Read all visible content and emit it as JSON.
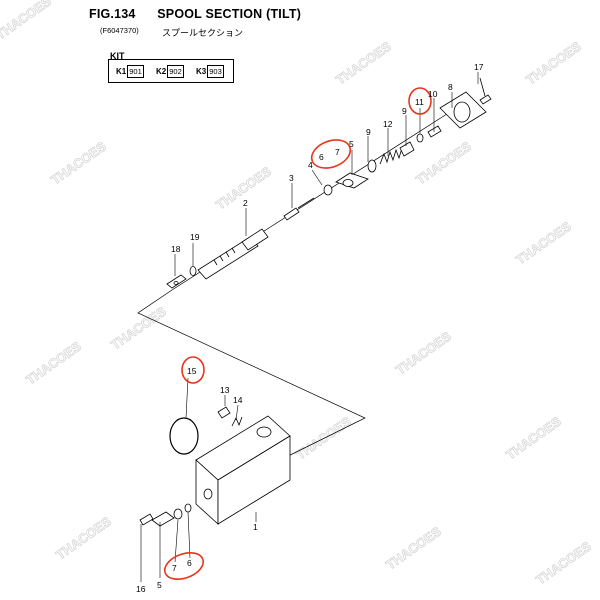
{
  "figure": {
    "number": "FIG.134",
    "section": "SPOOL SECTION (TILT)",
    "code": "(F6047370)",
    "japanese": "スプールセクション"
  },
  "kit": {
    "label": "KIT",
    "items": [
      {
        "key": "K1",
        "value": "901"
      },
      {
        "key": "K2",
        "value": "902"
      },
      {
        "key": "K3",
        "value": "903"
      }
    ]
  },
  "callouts": {
    "c1": "1",
    "c2": "2",
    "c3": "3",
    "c4": "4",
    "c5_top": "5",
    "c6_top": "6",
    "c7_top": "7",
    "c8": "8",
    "c9a": "9",
    "c9b": "9",
    "c10": "10",
    "c11": "11",
    "c12": "12",
    "c13": "13",
    "c14": "14",
    "c15": "15",
    "c16": "16",
    "c17": "17",
    "c18": "18",
    "c19": "19",
    "c5_bot": "5",
    "c6_bot": "6",
    "c7_bot": "7"
  },
  "watermark": "THACOES",
  "colors": {
    "highlight": "#e8341c",
    "line": "#000000",
    "watermark": "#d7d7d7"
  }
}
